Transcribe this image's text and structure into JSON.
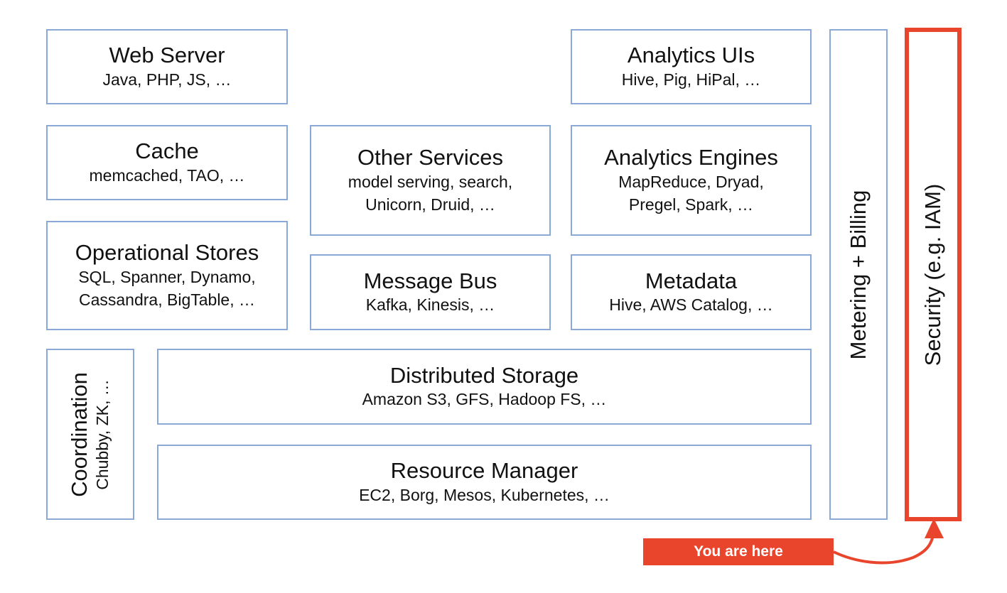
{
  "boxes": {
    "web_server": {
      "title": "Web Server",
      "sub": [
        "Java, PHP, JS, …"
      ]
    },
    "cache": {
      "title": "Cache",
      "sub": [
        "memcached, TAO, …"
      ]
    },
    "operational_stores": {
      "title": "Operational Stores",
      "sub": [
        "SQL, Spanner, Dynamo,",
        "Cassandra, BigTable, …"
      ]
    },
    "other_services": {
      "title": "Other Services",
      "sub": [
        "model serving, search,",
        "Unicorn, Druid, …"
      ]
    },
    "message_bus": {
      "title": "Message Bus",
      "sub": [
        "Kafka, Kinesis, …"
      ]
    },
    "analytics_uis": {
      "title": "Analytics UIs",
      "sub": [
        "Hive, Pig, HiPal, …"
      ]
    },
    "analytics_engines": {
      "title": "Analytics Engines",
      "sub": [
        "MapReduce, Dryad,",
        "Pregel, Spark, …"
      ]
    },
    "metadata": {
      "title": "Metadata",
      "sub": [
        "Hive, AWS Catalog, …"
      ]
    },
    "distributed_storage": {
      "title": "Distributed Storage",
      "sub": [
        "Amazon S3, GFS, Hadoop FS, …"
      ]
    },
    "resource_manager": {
      "title": "Resource Manager",
      "sub": [
        "EC2, Borg, Mesos, Kubernetes, …"
      ]
    },
    "coordination": {
      "title": "Coordination",
      "sub": "Chubby, ZK, …"
    },
    "metering": {
      "title": "Metering + Billing"
    },
    "security": {
      "title": "Security (e.g. IAM)"
    }
  },
  "callout": {
    "label": "You are here"
  },
  "colors": {
    "box_border": "#8aa9d6",
    "highlight": "#e8452c"
  }
}
